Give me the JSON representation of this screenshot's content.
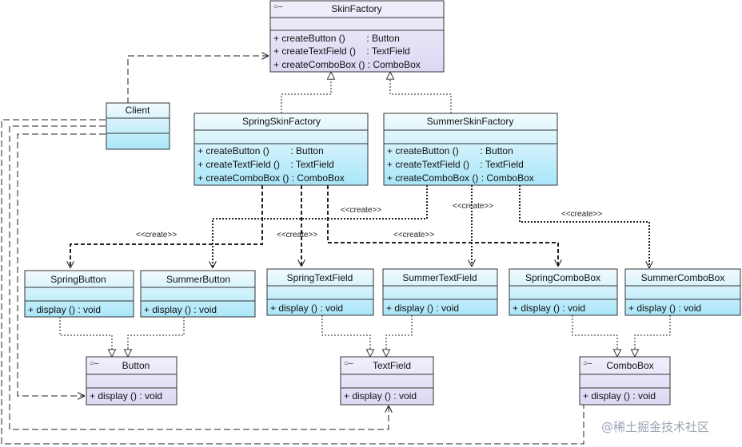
{
  "diagram": {
    "classes": {
      "skin_factory": {
        "name": "SkinFactory",
        "methods": [
          "+ createButton ()        : Button",
          "+ createTextField ()    : TextField",
          "+ createComboBox () : ComboBox"
        ]
      },
      "spring_skin_factory": {
        "name": "SpringSkinFactory",
        "methods": [
          "+ createButton ()        : Button",
          "+ createTextField ()    : TextField",
          "+ createComboBox () : ComboBox"
        ]
      },
      "summer_skin_factory": {
        "name": "SummerSkinFactory",
        "methods": [
          "+ createButton ()        : Button",
          "+ createTextField ()    : TextField",
          "+ createComboBox () : ComboBox"
        ]
      },
      "client": {
        "name": "Client"
      },
      "spring_button": {
        "name": "SpringButton",
        "methods": [
          "+ display () : void"
        ]
      },
      "summer_button": {
        "name": "SummerButton",
        "methods": [
          "+ display () : void"
        ]
      },
      "spring_text_field": {
        "name": "SpringTextField",
        "methods": [
          "+ display () : void"
        ]
      },
      "summer_text_field": {
        "name": "SummerTextField",
        "methods": [
          "+ display () : void"
        ]
      },
      "spring_combo_box": {
        "name": "SpringComboBox",
        "methods": [
          "+ display () : void"
        ]
      },
      "summer_combo_box": {
        "name": "SummerComboBox",
        "methods": [
          "+ display () : void"
        ]
      },
      "button": {
        "name": "Button",
        "methods": [
          "+ display () : void"
        ]
      },
      "text_field": {
        "name": "TextField",
        "methods": [
          "+ display () : void"
        ]
      },
      "combo_box": {
        "name": "ComboBox",
        "methods": [
          "+ display () : void"
        ]
      }
    },
    "create_label": "<<create>>",
    "watermark": "@稀土掘金技术社区",
    "colors": {
      "interface_fill": "#e6e3f8",
      "class_fill_top": "#eef9fd",
      "class_fill_bottom": "#aee8fa",
      "border": "#333333"
    }
  }
}
